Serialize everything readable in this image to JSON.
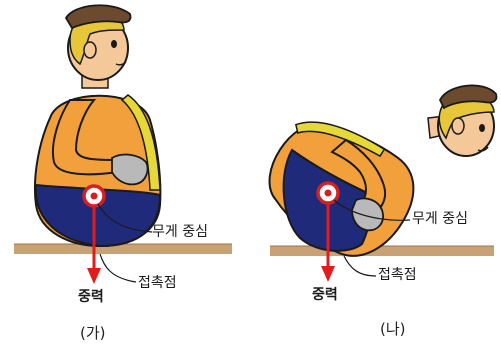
{
  "left_panel": {
    "center_of_gravity_label": "무게 중심",
    "contact_point_label": "접촉점",
    "gravity_label": "중력",
    "caption": "(가)"
  },
  "right_panel": {
    "center_of_gravity_label": "무게 중심",
    "contact_point_label": "접촉점",
    "gravity_label": "중력",
    "caption": "(나)"
  },
  "colors": {
    "ground": "#c8a274",
    "vest": "#f2a03c",
    "shirt_side": "#e7d83a",
    "pants": "#1f2b7a",
    "skin": "#f5c89a",
    "hair": "#e8c63a",
    "cap": "#6b4a2e",
    "gravity_arrow": "#e01c1c",
    "cog_marker": "#d42020",
    "glove": "#b9b9b9"
  }
}
